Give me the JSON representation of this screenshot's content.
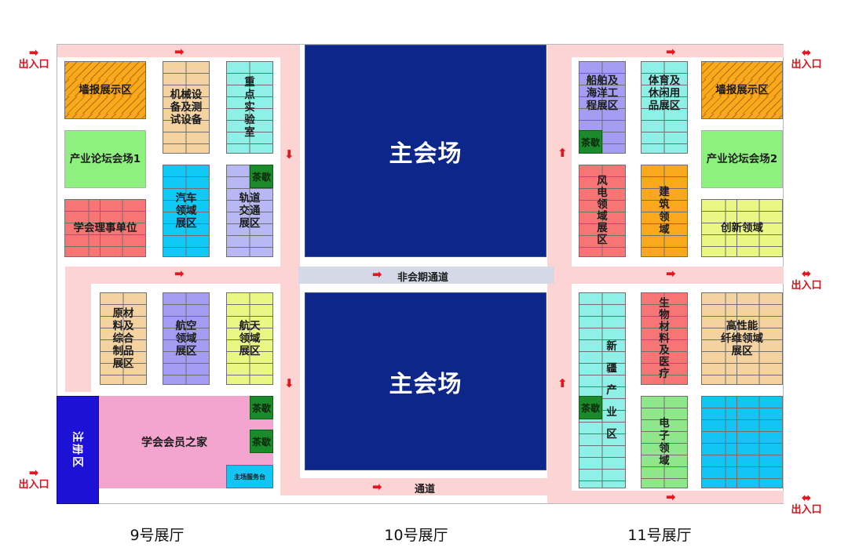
{
  "halls": {
    "hall9": {
      "label": "9号展厅"
    },
    "hall10": {
      "label": "10号展厅"
    },
    "hall11": {
      "label": "11号展厅"
    }
  },
  "main_venue": {
    "top": "主会场",
    "bottom": "主会场"
  },
  "passages": {
    "non_session": "非会期通道",
    "bottom": "通道"
  },
  "exits": {
    "label": "出入口"
  },
  "registration": {
    "label": "注册区"
  },
  "member_home": {
    "label": "学会会员之家"
  },
  "service_desk": {
    "label": "主场服务台"
  },
  "tea_break": {
    "label": "茶歇"
  },
  "hall9_zones": {
    "wall_display": "墙报展示区",
    "forum1": "产业论坛会场1",
    "council": "学会理事单位",
    "machinery": "机械设\n备及测\n试设备",
    "lab": "重\n点\n实\n验\n室",
    "auto": "汽车\n领域\n展区",
    "rail": "轨道\n交通\n展区",
    "raw_materials": "原材\n料及\n综合\n制品\n展区",
    "aviation": "航空\n领域\n展区",
    "aerospace": "航天\n领域\n展区"
  },
  "hall11_zones": {
    "ship": "船舶及\n海洋工\n程展区",
    "sports": "体育及\n休闲用\n品展区",
    "wall_display": "墙报展示区",
    "forum2": "产业论坛会场2",
    "wind": "风\n电\n领\n域\n展\n区",
    "construction": "建\n筑\n领\n域",
    "innovation": "创新领域",
    "xinjiang": "新\n\n疆\n\n产\n\n业\n\n区",
    "biomaterials": "生\n物\n材\n料\n及\n医\n疗",
    "fiber": "高性能\n纤维领域\n展区",
    "electronics": "电\n子\n领\n域",
    "unlabeled_blue": ""
  },
  "colors": {
    "aisle": "#fcd4d4",
    "main_venue": "#0c2689",
    "arrow": "#e1161e",
    "registration": "#1e11d6",
    "tea_break": "#1a8a2a",
    "member_home": "#f3a5cf"
  }
}
